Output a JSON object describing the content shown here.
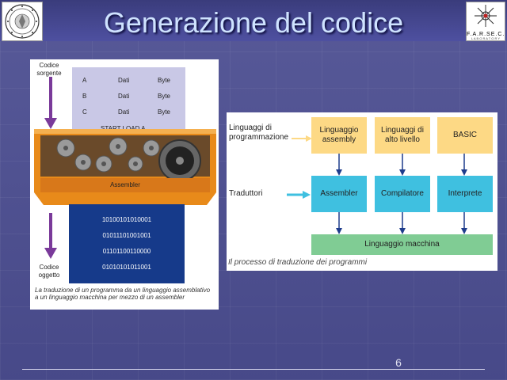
{
  "slide": {
    "title": "Generazione del codice",
    "page_number": "6"
  },
  "logo_right": {
    "text": "F.A.R.SE.C.",
    "subtext": "L A B O R A T O R Y"
  },
  "left_figure": {
    "source_label": "Codice sorgente",
    "table_rows": [
      [
        "A",
        "Dati",
        "Byte"
      ],
      [
        "B",
        "Dati",
        "Byte"
      ],
      [
        "C",
        "Dati",
        "Byte"
      ]
    ],
    "start_line": "START LOAD A",
    "machine_label": "Assembler",
    "binary_lines": [
      "10100101010001",
      "01011101001001",
      "01101100110000",
      "01010101011001"
    ],
    "object_label": "Codice oggetto",
    "caption": "La traduzione di un programma da un linguaggio assemblativo a un linguaggio macchina per mezzo di un assembler"
  },
  "right_figure": {
    "row_labels": {
      "languages": "Linguaggi di programmazione",
      "translators": "Traduttori"
    },
    "languages": [
      "Linguaggio assembly",
      "Linguaggi di alto livello",
      "BASIC"
    ],
    "translators": [
      "Assembler",
      "Compilatore",
      "Interprete"
    ],
    "output": "Linguaggio macchina",
    "caption": "Il processo di traduzione dei programmi",
    "colors": {
      "language_box": "#fdd985",
      "translator_box": "#3fc0e0",
      "output_box": "#80cc94",
      "arrow": "#1e3c8c"
    }
  }
}
